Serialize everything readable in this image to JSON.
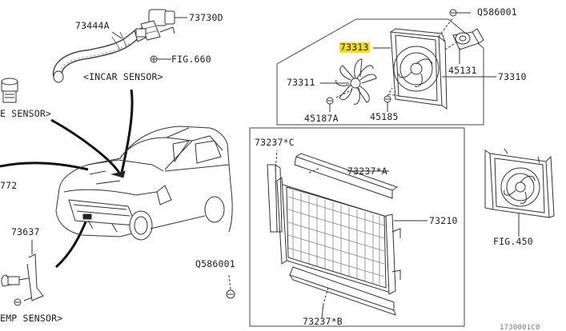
{
  "labels": {
    "p73444a": "73444A",
    "p73730d": "73730D",
    "fig660": "FIG.660",
    "incar": "<INCAR SENSOR>",
    "esensor": "E SENSOR>",
    "p772": "772",
    "p73637": "73637",
    "emp": "EMP SENSOR>",
    "q1": "Q586001",
    "p73313": "73313",
    "p73311": "73311",
    "p45131": "45131",
    "p73310": "73310",
    "p45187a": "45187A",
    "p45185": "45185",
    "p73237c": "73237*C",
    "p73237a": "73237*A",
    "p73210": "73210",
    "fig450": "FIG.450",
    "q2": "Q586001",
    "p73237b": "73237*B",
    "tail": "1730001C0"
  },
  "highlight_color": "#f6dc12"
}
